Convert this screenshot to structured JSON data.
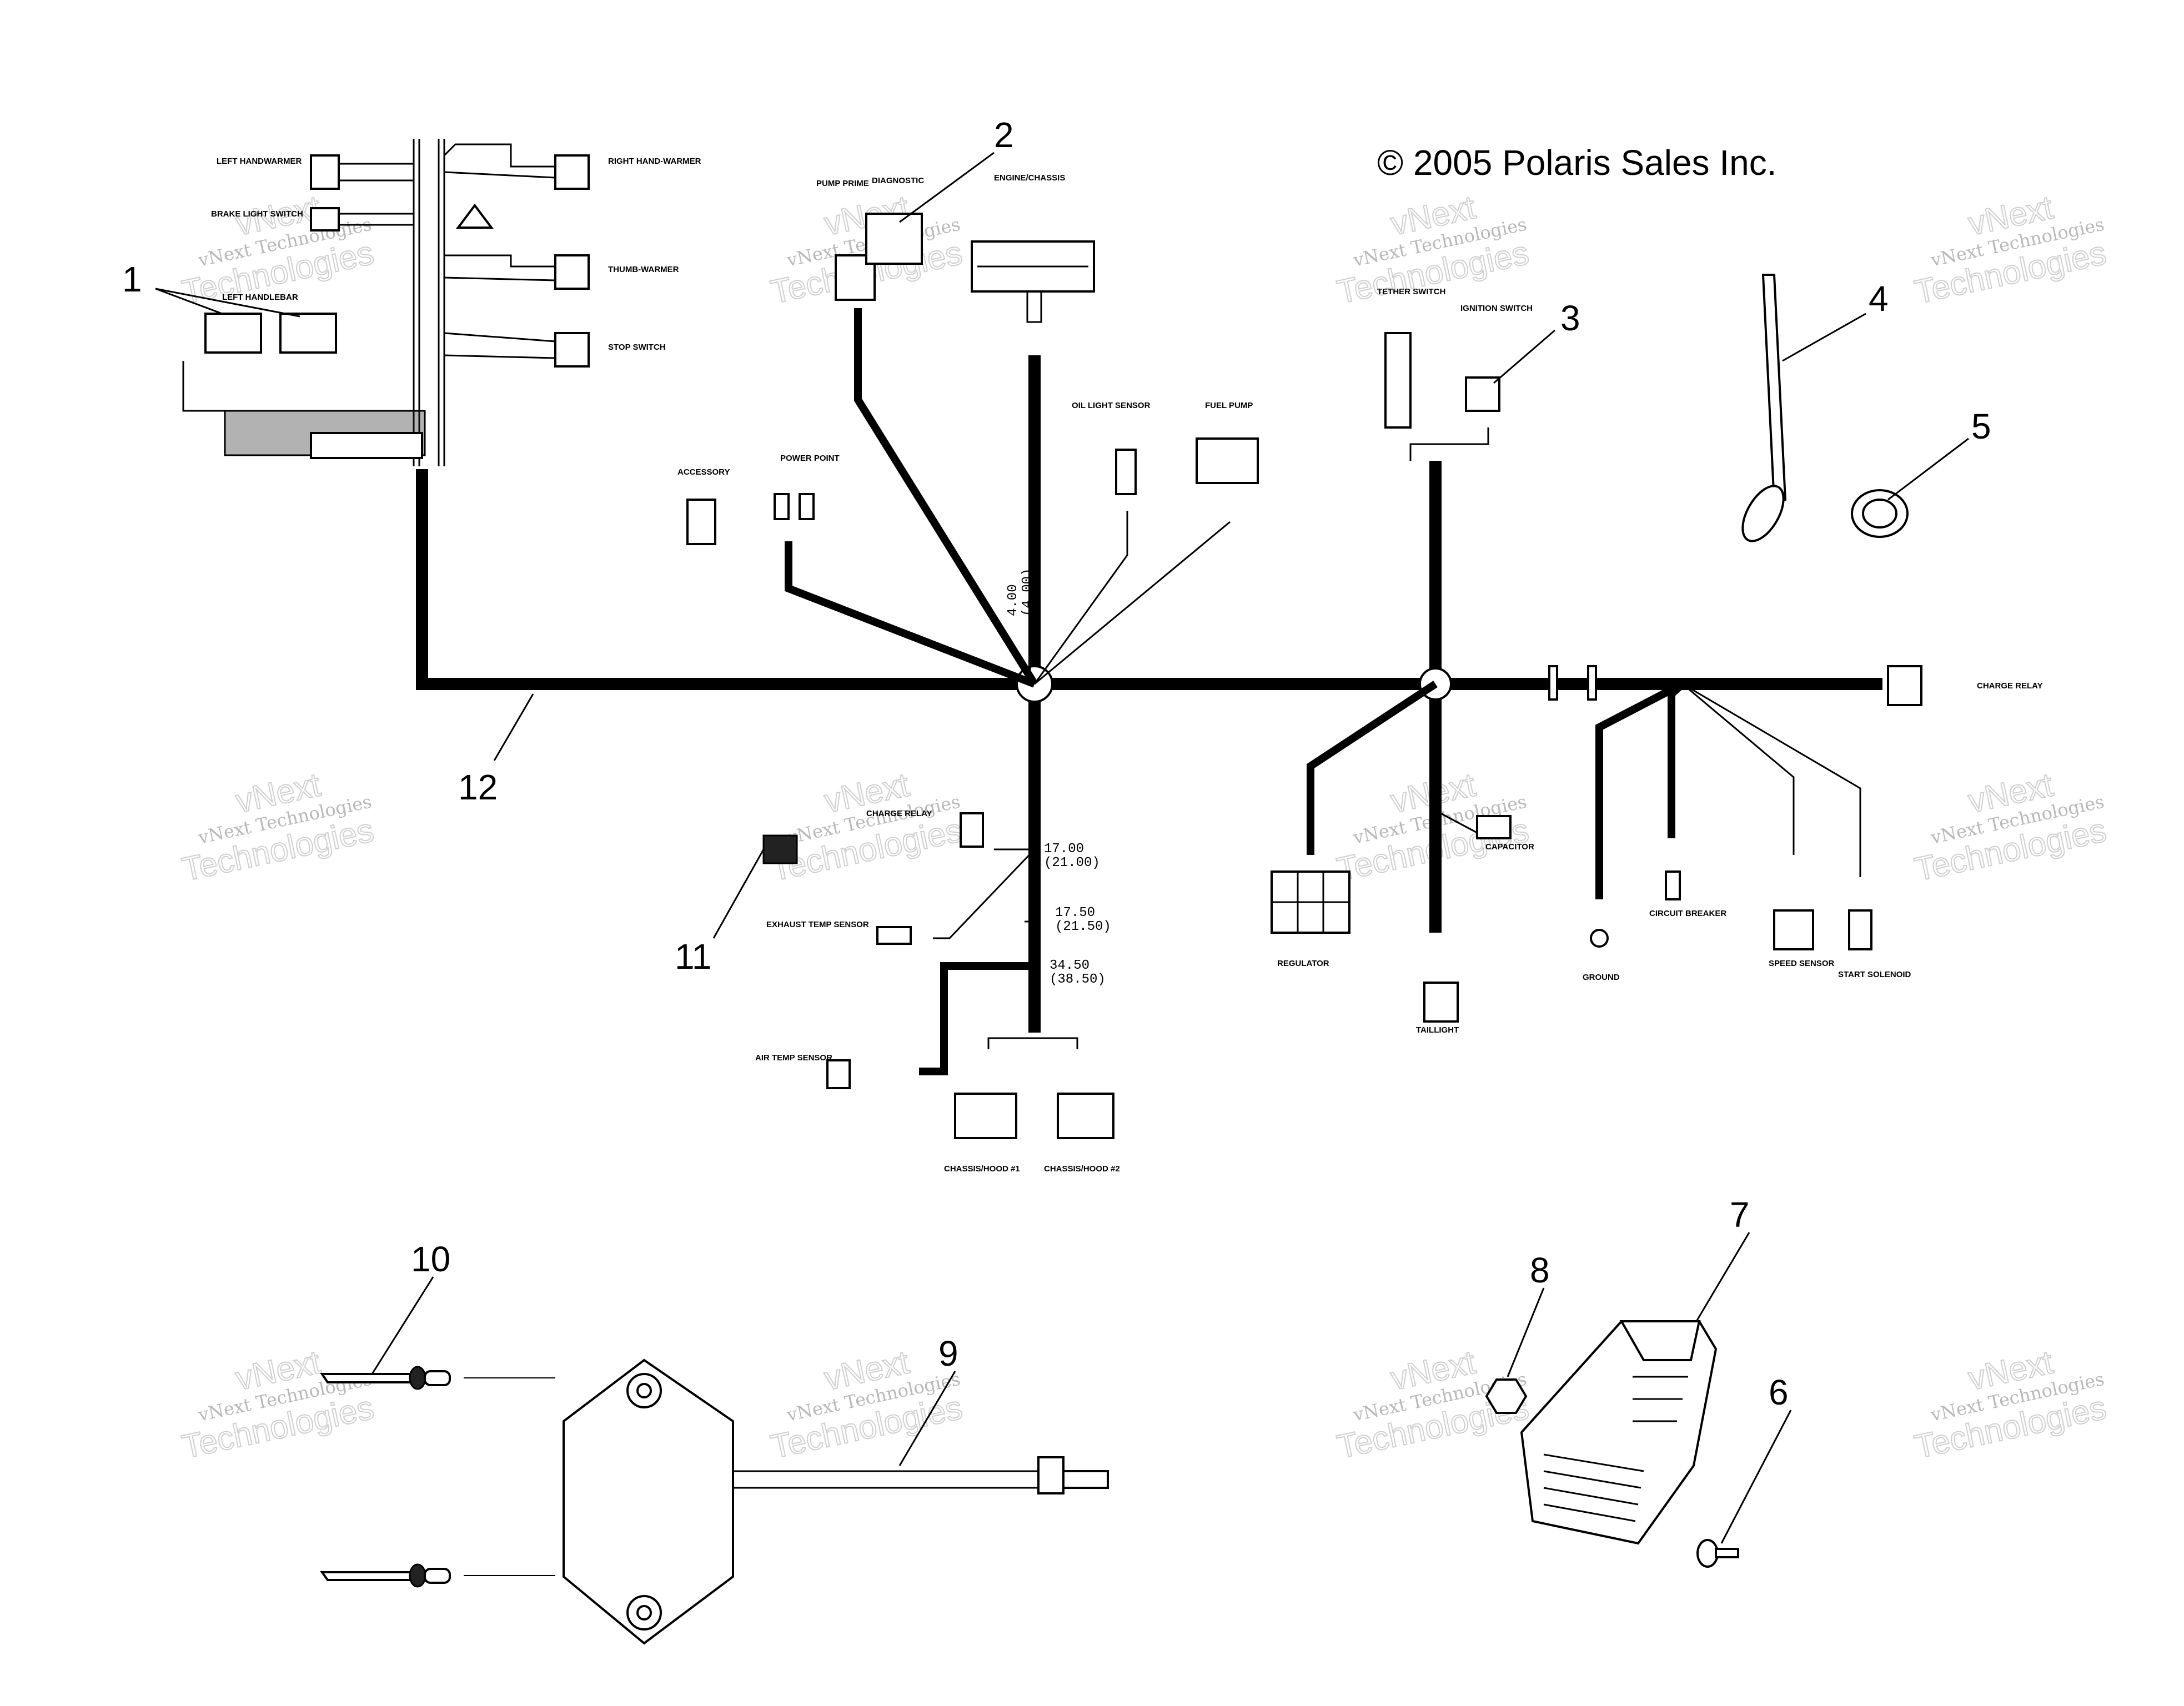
{
  "copyright": "© 2005 Polaris Sales Inc.",
  "callouts": [
    "1",
    "2",
    "3",
    "4",
    "5",
    "6",
    "7",
    "8",
    "9",
    "10",
    "11",
    "12"
  ],
  "connector_labels": {
    "left_handwarmer": "LEFT HANDWARMER",
    "brake_light_switch": "BRAKE LIGHT SWITCH",
    "right_handwarmer": "RIGHT HAND-WARMER",
    "thumbwarmer": "THUMB-WARMER",
    "stop_switch": "STOP SWITCH",
    "left_handlebar": "LEFT HANDLEBAR",
    "pump_prime": "PUMP PRIME",
    "diagnostic": "DIAGNOSTIC",
    "engine_chassis": "ENGINE/CHASSIS",
    "accessory": "ACCESSORY",
    "power_point": "POWER POINT",
    "oil_light_sensor": "OIL LIGHT SENSOR",
    "fuel_pump": "FUEL PUMP",
    "tether_switch": "TETHER SWITCH",
    "ignition_switch": "IGNITION SWITCH",
    "charge_relay_right": "CHARGE RELAY",
    "charge_relay_left": "CHARGE RELAY",
    "exhaust_temp_sensor": "EXHAUST TEMP SENSOR",
    "air_temp_sensor": "AIR TEMP SENSOR",
    "chassis_hood_1": "CHASSIS/HOOD #1",
    "chassis_hood_2": "CHASSIS/HOOD #2",
    "regulator": "REGULATOR",
    "capacitor": "CAPACITOR",
    "taillight": "TAILLIGHT",
    "ground": "GROUND",
    "circuit_breaker": "CIRCUIT BREAKER",
    "speed_sensor": "SPEED SENSOR",
    "start_solenoid": "START SOLENOID"
  },
  "dimensions": {
    "d1": "4.00",
    "d1b": "(4.00)",
    "d2": "17.00",
    "d2b": "(21.00)",
    "d3": "17.50",
    "d3b": "(21.50)",
    "d4": "34.50",
    "d4b": "(38.50)"
  },
  "watermark": {
    "line1": "vNext Technologies",
    "line2": "vNext",
    "line3": "Technologies"
  }
}
